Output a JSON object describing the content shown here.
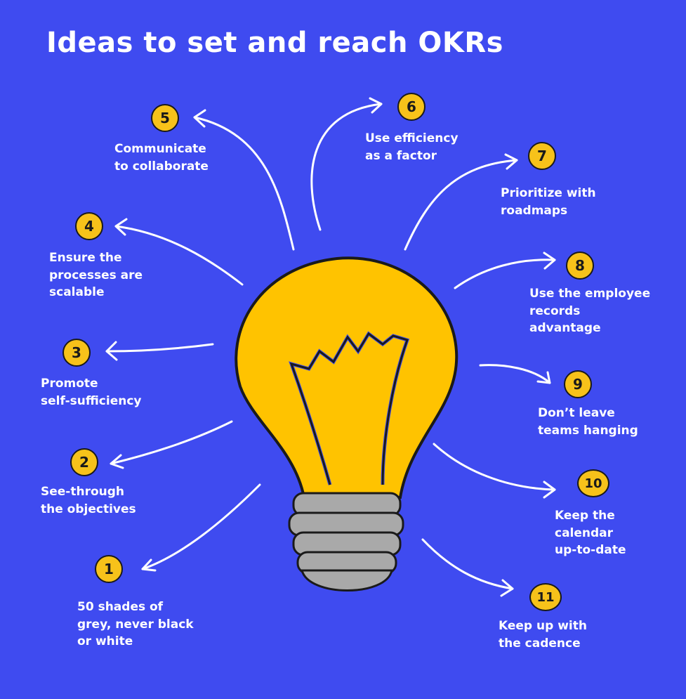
{
  "title": "Ideas to set and reach OKRs",
  "colors": {
    "background": "#3f4bf0",
    "bulb": "#ffc300",
    "badge": "#f7c21a",
    "base": "#a9a9a9",
    "outline": "#1a1a1a",
    "arrow": "#ffffff"
  },
  "icons": {
    "center": "lightbulb-icon",
    "connectors": "arrow-icon"
  },
  "ideas": [
    {
      "number": "1",
      "text": "50 shades of\ngrey, never black\nor white"
    },
    {
      "number": "2",
      "text": "See-through\nthe objectives"
    },
    {
      "number": "3",
      "text": "Promote\nself-sufficiency"
    },
    {
      "number": "4",
      "text": "Ensure the\nprocesses are\nscalable"
    },
    {
      "number": "5",
      "text": "Communicate\nto collaborate"
    },
    {
      "number": "6",
      "text": "Use efficiency\nas a factor"
    },
    {
      "number": "7",
      "text": "Prioritize with\nroadmaps"
    },
    {
      "number": "8",
      "text": "Use the employee\nrecords\nadvantage"
    },
    {
      "number": "9",
      "text": "Don’t leave\nteams hanging"
    },
    {
      "number": "10",
      "text": "Keep the\ncalendar\nup-to-date"
    },
    {
      "number": "11",
      "text": "Keep up with\nthe cadence"
    }
  ]
}
